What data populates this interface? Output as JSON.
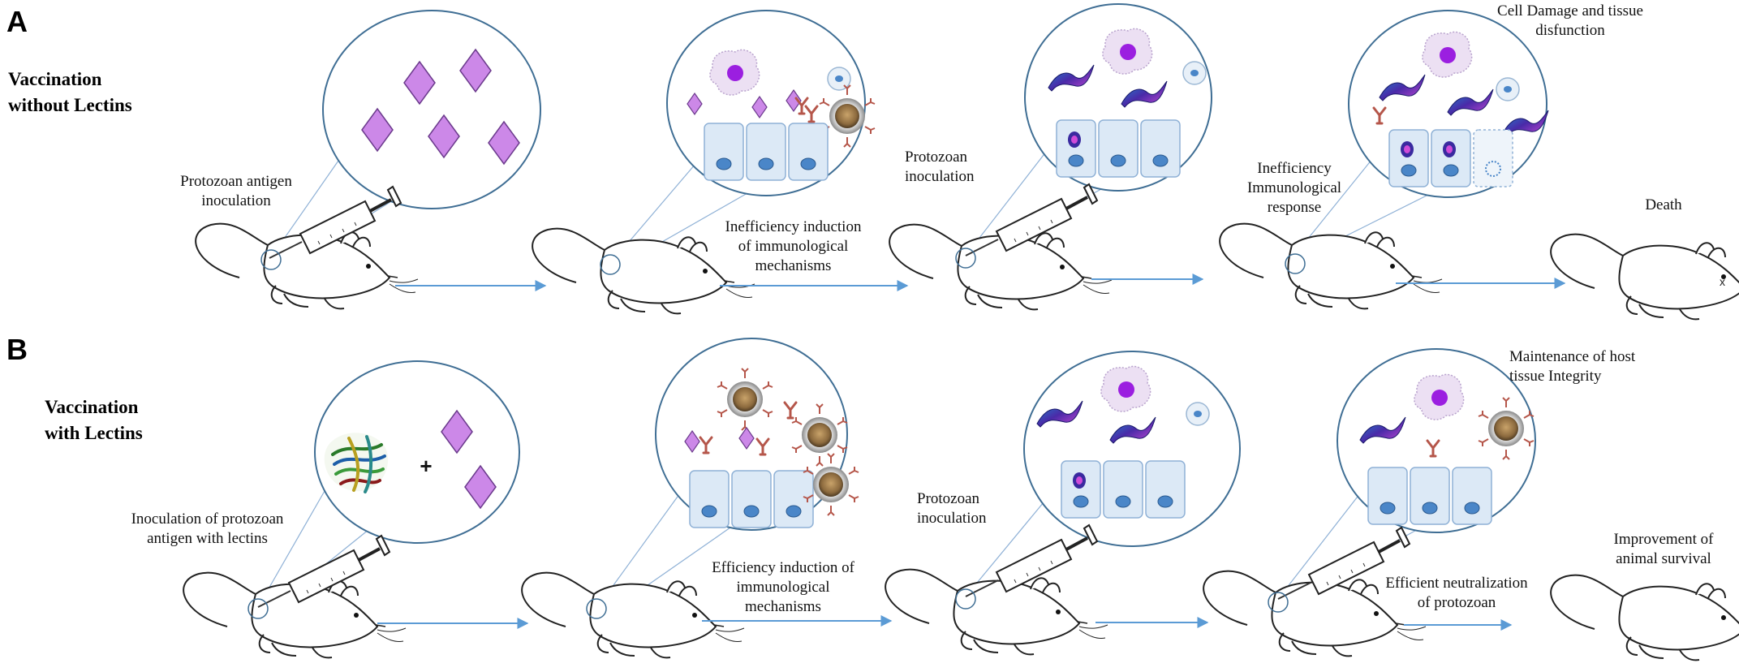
{
  "panels": [
    {
      "letter": "A",
      "heading_line1": "Vaccination",
      "heading_line2": "without  Lectins",
      "steps": {
        "s1_line1": "Protozoan antigen",
        "s1_line2": "inoculation",
        "s2_line1": "Inefficiency induction",
        "s2_line2": "of immunological",
        "s2_line3": "mechanisms",
        "s3_line1": "Protozoan",
        "s3_line2": "inoculation",
        "s4_line1": "Inefficiency",
        "s4_line2": "Immunological",
        "s4_line3": "response",
        "s5_top1": "Cell Damage and tissue",
        "s5_top2": "disfunction",
        "s5_line1": "Death"
      }
    },
    {
      "letter": "B",
      "heading_line1": "Vaccination",
      "heading_line2": "with Lectins",
      "steps": {
        "s1_line1": "Inoculation of protozoan",
        "s1_line2": "antigen with lectins",
        "plus": "+",
        "s2_line1": "Efficiency induction of",
        "s2_line2": "immunological",
        "s2_line3": "mechanisms",
        "s3_line1": "Protozoan",
        "s3_line2": "inoculation",
        "s4_line1": "Efficient neutralization",
        "s4_line2": "of protozoan",
        "s5_top1": "Maintenance of host",
        "s5_top2": "tissue Integrity",
        "s5_line1": "Improvement of",
        "s5_line2": "animal survival"
      }
    }
  ],
  "colors": {
    "circle_stroke": "#3f6e94",
    "arrow": "#5b9bd5",
    "antigen": "#cc88e8",
    "cell_fill": "#dce9f6",
    "nucleus": "#4a86c8",
    "antibody": "#b5564a",
    "parasite": "#3a2aa0",
    "macrophage": "#8c7a52"
  }
}
